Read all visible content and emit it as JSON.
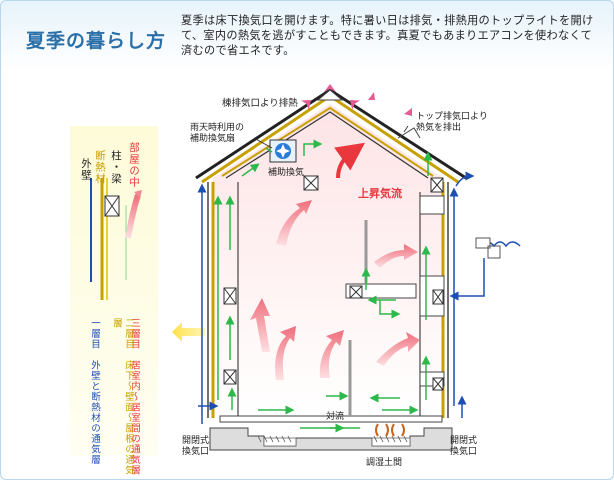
{
  "header": {
    "title": "夏季の暮らし方",
    "description": "夏季は床下換気口を開けます。特に暑い日は排気・排熱用のトップライトを開けて、室内の熱気を逃がすこともできます。真夏でもあまりエアコンを使わなくて済むので省エネです。"
  },
  "legend": {
    "room": "部屋の中",
    "pillar": "柱・梁",
    "insulation": "断熱材",
    "outer_wall": "外壁",
    "layer3": "三層目　居室内～居室間の通気層",
    "layer2": "二層目　床下～壁面～屋根の通気層",
    "layer1": "一層目　外壁と断熱材の通気層"
  },
  "labels": {
    "ridge_exhaust": "棟排気口より排熱",
    "top_exhaust_1": "トップ排気口より",
    "top_exhaust_2": "熱気を排出",
    "rain_fan_1": "雨天時利用の",
    "rain_fan_2": "補助換気扇",
    "aux_vent": "補助換気",
    "rising_air": "上昇気流",
    "convection": "対流",
    "open_vent_left_1": "開閉式",
    "open_vent_left_2": "換気口",
    "open_vent_right_1": "開閉式",
    "open_vent_right_2": "換気口",
    "humidity_soil": "調湿土間"
  },
  "colors": {
    "title": "#2b6fa8",
    "red_label": "#e8383d",
    "yellow": "#c8a000",
    "blue": "#1d4fb3",
    "green_arrow": "#2db84b",
    "red_arrow": "#f07d86"
  }
}
